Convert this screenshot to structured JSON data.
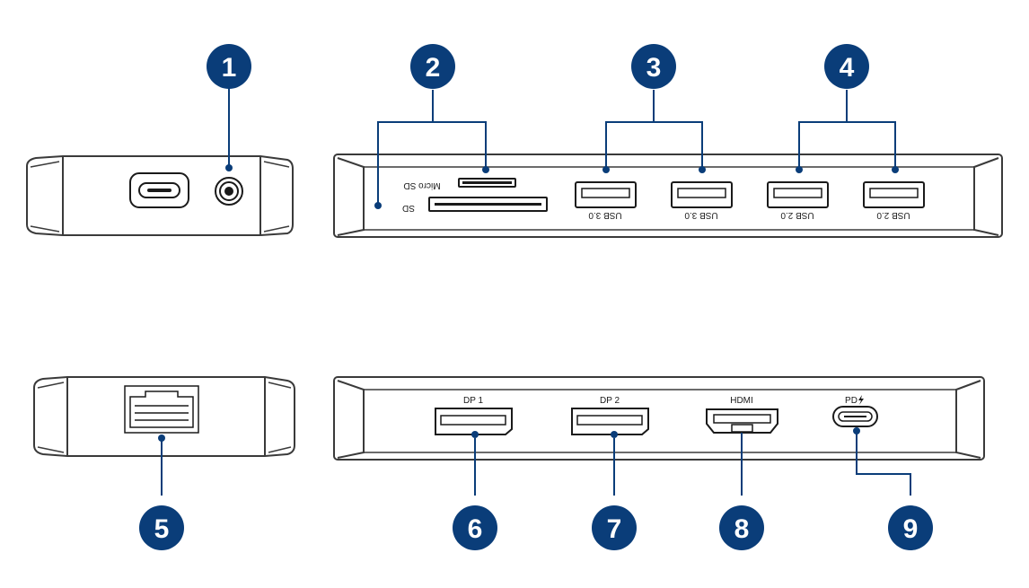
{
  "callouts": [
    "1",
    "2",
    "3",
    "4",
    "5",
    "6",
    "7",
    "8",
    "9"
  ],
  "port_labels": {
    "micro_sd": "Micro SD",
    "sd": "SD",
    "usb30_a": "USB 3.0",
    "usb30_b": "USB 3.0",
    "usb20_a": "USB 2.0",
    "usb20_b": "USB 2.0",
    "dp1": "DP 1",
    "dp2": "DP 2",
    "hdmi": "HDMI",
    "pd": "PD"
  },
  "colors": {
    "callout_fill": "#0a3d79",
    "leader_line": "#0a3d79",
    "body_stroke": "#3a3a3a",
    "port_stroke": "#1a1a1a"
  }
}
